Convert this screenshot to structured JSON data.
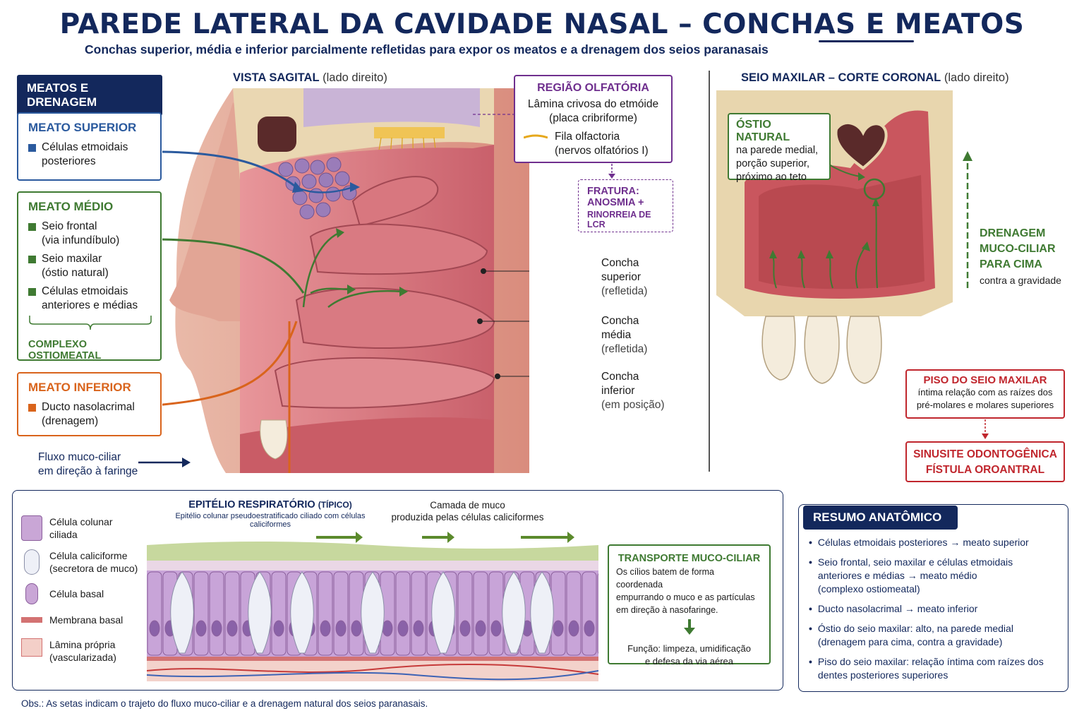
{
  "title": "PAREDE LATERAL DA CAVIDADE NASAL – CONCHAS E MEATOS",
  "subtitle": "Conchas superior, média e inferior parcialmente refletidas para expor os meatos e a drenagem dos seios paranasais",
  "legend": {
    "header": "MEATOS E DRENAGEM",
    "superior": {
      "title": "MEATO SUPERIOR",
      "items": [
        "Células etmoidais",
        "posteriores"
      ]
    },
    "medio": {
      "title": "MEATO MÉDIO",
      "i1a": "Seio frontal",
      "i1b": "(via infundíbulo)",
      "i2a": "Seio maxilar",
      "i2b": "(óstio natural)",
      "i3a": "Células etmoidais",
      "i3b": "anteriores e médias",
      "complex": "COMPLEXO OSTIOMEATAL"
    },
    "inferior": {
      "title": "MEATO INFERIOR",
      "i1a": "Ducto nasolacrimal",
      "i1b": "(drenagem)"
    },
    "flow_a": "Fluxo muco-ciliar",
    "flow_b": "em direção à faringe"
  },
  "sagittal": {
    "title": "VISTA SAGITAL",
    "title_note": "(lado direito)",
    "olfactory": {
      "title": "REGIÃO OLFATÓRIA",
      "l1": "Lâmina crivosa do etmóide",
      "l2": "(placa cribriforme)",
      "l3": "Fila olfactoria",
      "l4": "(nervos olfatórios I)"
    },
    "fracture": {
      "l1": "FRATURA:",
      "l2": "ANOSMIA +",
      "l3": "RINORREIA DE LCR"
    },
    "sup": {
      "a": "Concha",
      "b": "superior",
      "c": "(refletida)"
    },
    "med": {
      "a": "Concha",
      "b": "média",
      "c": "(refletida)"
    },
    "inf": {
      "a": "Concha",
      "b": "inferior",
      "c": "(em posição)"
    }
  },
  "coronal": {
    "title": "SEIO MAXILAR – CORTE CORONAL",
    "title_note": "(lado direito)",
    "ostium": {
      "title": "ÓSTIO NATURAL",
      "l1": "na parede medial,",
      "l2": "porção superior,",
      "l3": "próximo ao teto"
    },
    "drain": {
      "l1": "DRENAGEM",
      "l2": "MUCO-CILIAR",
      "l3": "PARA CIMA",
      "l4": "contra a gravidade"
    },
    "floor": {
      "title": "PISO DO SEIO MAXILAR",
      "l1": "íntima relação com as raízes dos",
      "l2": "pré-molares e molares superiores"
    },
    "sinus": {
      "l1": "SINUSITE ODONTOGÊNICA",
      "l2": "FÍSTULA OROANTRAL"
    }
  },
  "epithelium": {
    "title": "EPITÉLIO RESPIRATÓRIO",
    "title_note": "(TÍPICO)",
    "subtitle": "Epitélio colunar pseudoestratificado ciliado com células caliciformes",
    "mucus_a": "Camada de muco",
    "mucus_b": "produzida pelas células caliciformes",
    "legend": [
      {
        "a": "Célula colunar",
        "b": "ciliada"
      },
      {
        "a": "Célula caliciforme",
        "b": "(secretora de muco)"
      },
      {
        "a": "Célula basal",
        "b": ""
      },
      {
        "a": "Membrana basal",
        "b": ""
      },
      {
        "a": "Lâmina própria",
        "b": "(vascularizada)"
      }
    ],
    "transport": {
      "title": "TRANSPORTE MUCO-CILIAR",
      "l1": "Os cílios batem de forma coordenada",
      "l2": "empurrando o muco e as partículas",
      "l3": "em direção à nasofaringe.",
      "f1": "Função: limpeza, umidificação",
      "f2": "e defesa da via aérea"
    }
  },
  "summary": {
    "title": "RESUMO ANATÔMICO",
    "items": [
      [
        "Células etmoidais posteriores → meato superior"
      ],
      [
        "Seio frontal, seio maxilar e células etmoidais",
        "anteriores e médias → meato médio",
        "(complexo ostiomeatal)"
      ],
      [
        "Ducto nasolacrimal → meato inferior"
      ],
      [
        "Óstio do seio maxilar: alto, na parede medial",
        "(drenagem para cima, contra a gravidade)"
      ],
      [
        "Piso do seio maxilar: relação íntima com raízes dos",
        "dentes posteriores superiores"
      ]
    ]
  },
  "note": "Obs.: As setas indicam o trajeto do fluxo muco-ciliar e a drenagem natural dos seios paranasais.",
  "colors": {
    "navy": "#13285c",
    "blue": "#2b5a9e",
    "green": "#3f7a32",
    "orange": "#d9641c",
    "purple": "#6f2f8e",
    "red": "#c0262d"
  }
}
